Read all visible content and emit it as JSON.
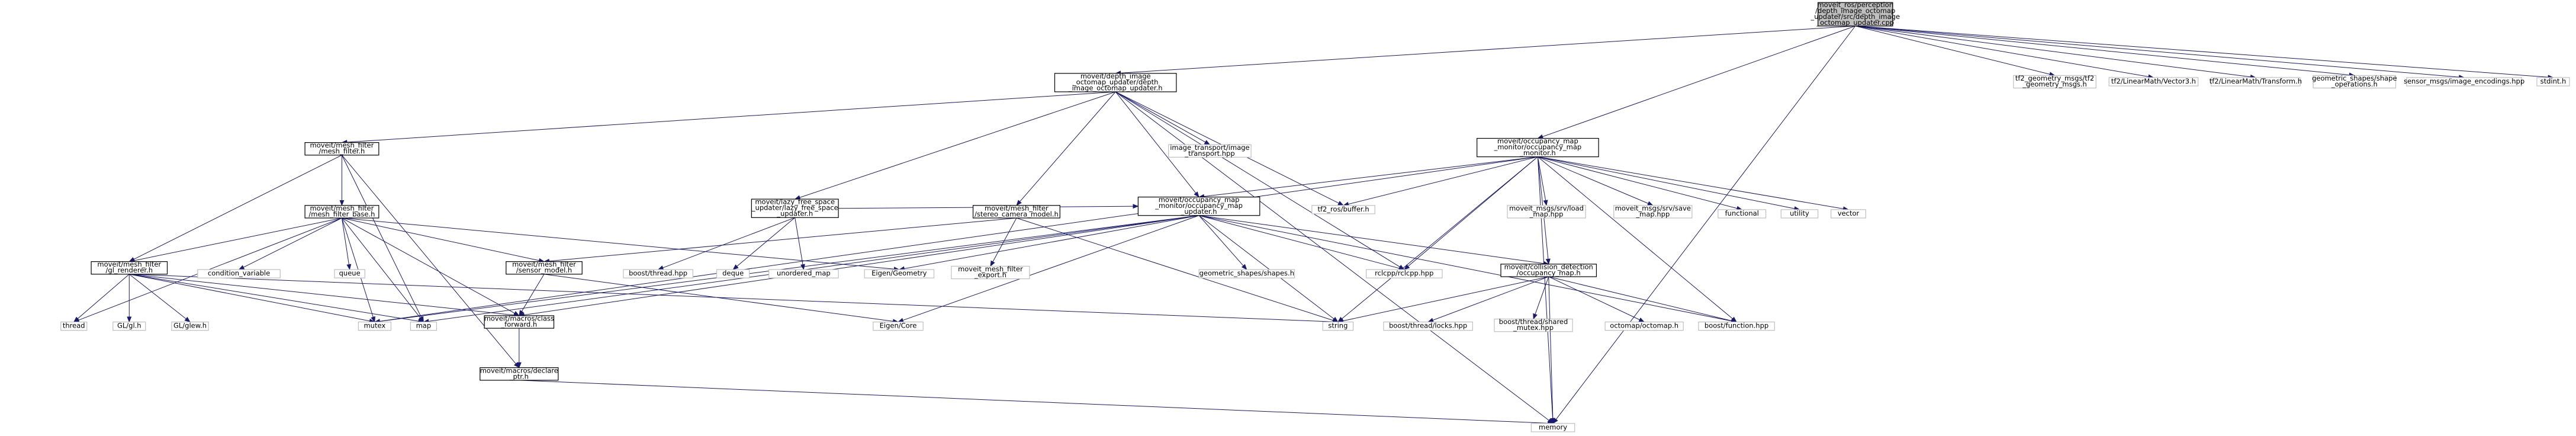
{
  "colors": {
    "edge": "#191970",
    "node_border": "#000000",
    "node_border_external": "#bfbfbf",
    "node_fill": "#ffffff",
    "root_fill": "#bfbfbf"
  },
  "nodes": [
    {
      "id": "root",
      "lines": [
        "moveit_ros/perception",
        "/depth_image_octomap",
        "_updater/src/depth_image",
        "_octomap_updater.cpp"
      ],
      "kind": "root"
    },
    {
      "id": "dimu",
      "lines": [
        "moveit/depth_image",
        "_octomap_updater/depth",
        "_image_octomap_updater.h"
      ],
      "kind": "internal"
    },
    {
      "id": "meshfilter",
      "lines": [
        "moveit/mesh_filter",
        "/mesh_filter.h"
      ],
      "kind": "internal"
    },
    {
      "id": "lfs",
      "lines": [
        "moveit/lazy_free_space",
        "_updater/lazy_free_space",
        "_updater.h"
      ],
      "kind": "internal"
    },
    {
      "id": "stereo",
      "lines": [
        "moveit/mesh_filter",
        "/stereo_camera_model.h"
      ],
      "kind": "internal"
    },
    {
      "id": "imgtransport",
      "lines": [
        "image_transport/image",
        "_transport.hpp"
      ],
      "kind": "external"
    },
    {
      "id": "tf2buf",
      "lines": [
        "tf2_ros/buffer.h"
      ],
      "kind": "external"
    },
    {
      "id": "omu",
      "lines": [
        "moveit/occupancy_map",
        "_monitor/occupancy_map",
        "_updater.h"
      ],
      "kind": "internal"
    },
    {
      "id": "omm",
      "lines": [
        "moveit/occupancy_map",
        "_monitor/occupancy_map",
        "_monitor.h"
      ],
      "kind": "internal"
    },
    {
      "id": "mfbase",
      "lines": [
        "moveit/mesh_filter",
        "/mesh_filter_base.h"
      ],
      "kind": "internal"
    },
    {
      "id": "glrenderer",
      "lines": [
        "moveit/mesh_filter",
        "/gl_renderer.h"
      ],
      "kind": "internal"
    },
    {
      "id": "sensormodel",
      "lines": [
        "moveit/mesh_filter",
        "/sensor_model.h"
      ],
      "kind": "internal"
    },
    {
      "id": "macrosclass",
      "lines": [
        "moveit/macros/class",
        "_forward.h"
      ],
      "kind": "internal"
    },
    {
      "id": "macrosdecl",
      "lines": [
        "moveit/macros/declare",
        "_ptr.h"
      ],
      "kind": "internal"
    },
    {
      "id": "collision",
      "lines": [
        "moveit/collision_detection",
        "/occupancy_map.h"
      ],
      "kind": "internal"
    },
    {
      "id": "thread",
      "lines": [
        "thread"
      ],
      "kind": "external"
    },
    {
      "id": "gl",
      "lines": [
        "GL/gl.h"
      ],
      "kind": "external"
    },
    {
      "id": "glew",
      "lines": [
        "GL/glew.h"
      ],
      "kind": "external"
    },
    {
      "id": "condvar",
      "lines": [
        "condition_variable"
      ],
      "kind": "external"
    },
    {
      "id": "queue",
      "lines": [
        "queue"
      ],
      "kind": "external"
    },
    {
      "id": "mutex",
      "lines": [
        "mutex"
      ],
      "kind": "external"
    },
    {
      "id": "map",
      "lines": [
        "map"
      ],
      "kind": "external"
    },
    {
      "id": "boostthread",
      "lines": [
        "boost/thread.hpp"
      ],
      "kind": "external"
    },
    {
      "id": "deque",
      "lines": [
        "deque"
      ],
      "kind": "external"
    },
    {
      "id": "unorderedmap",
      "lines": [
        "unordered_map"
      ],
      "kind": "external"
    },
    {
      "id": "eigengeom",
      "lines": [
        "Eigen/Geometry"
      ],
      "kind": "external"
    },
    {
      "id": "meshexport",
      "lines": [
        "moveit_mesh_filter",
        "_export.h"
      ],
      "kind": "external"
    },
    {
      "id": "eigencore",
      "lines": [
        "Eigen/Core"
      ],
      "kind": "external"
    },
    {
      "id": "geomshapes",
      "lines": [
        "geometric_shapes/shapes.h"
      ],
      "kind": "external"
    },
    {
      "id": "rclcpp",
      "lines": [
        "rclcpp/rclcpp.hpp"
      ],
      "kind": "external"
    },
    {
      "id": "string",
      "lines": [
        "string"
      ],
      "kind": "external"
    },
    {
      "id": "boostlocks",
      "lines": [
        "boost/thread/locks.hpp"
      ],
      "kind": "external"
    },
    {
      "id": "boostshared",
      "lines": [
        "boost/thread/shared",
        "_mutex.hpp"
      ],
      "kind": "external"
    },
    {
      "id": "octomap",
      "lines": [
        "octomap/octomap.h"
      ],
      "kind": "external"
    },
    {
      "id": "boostfunc",
      "lines": [
        "boost/function.hpp"
      ],
      "kind": "external"
    },
    {
      "id": "memory",
      "lines": [
        "memory"
      ],
      "kind": "external"
    },
    {
      "id": "srvload",
      "lines": [
        "moveit_msgs/srv/load",
        "_map.hpp"
      ],
      "kind": "external"
    },
    {
      "id": "srvsave",
      "lines": [
        "moveit_msgs/srv/save",
        "_map.hpp"
      ],
      "kind": "external"
    },
    {
      "id": "functional",
      "lines": [
        "functional"
      ],
      "kind": "external"
    },
    {
      "id": "utility",
      "lines": [
        "utility"
      ],
      "kind": "external"
    },
    {
      "id": "vector",
      "lines": [
        "vector"
      ],
      "kind": "external"
    },
    {
      "id": "tf2geom",
      "lines": [
        "tf2_geometry_msgs/tf2",
        "_geometry_msgs.h"
      ],
      "kind": "external"
    },
    {
      "id": "tf2vec",
      "lines": [
        "tf2/LinearMath/Vector3.h"
      ],
      "kind": "external"
    },
    {
      "id": "tf2tf",
      "lines": [
        "tf2/LinearMath/Transform.h"
      ],
      "kind": "external"
    },
    {
      "id": "geomops",
      "lines": [
        "geometric_shapes/shape",
        "_operations.h"
      ],
      "kind": "external"
    },
    {
      "id": "imgenc",
      "lines": [
        "sensor_msgs/image_encodings.hpp"
      ],
      "kind": "external"
    },
    {
      "id": "stdint",
      "lines": [
        "stdint.h"
      ],
      "kind": "external"
    }
  ],
  "edges": [
    [
      "root",
      "dimu"
    ],
    [
      "root",
      "omm"
    ],
    [
      "root",
      "tf2geom"
    ],
    [
      "root",
      "tf2vec"
    ],
    [
      "root",
      "tf2tf"
    ],
    [
      "root",
      "geomops"
    ],
    [
      "root",
      "imgenc"
    ],
    [
      "root",
      "stdint"
    ],
    [
      "root",
      "memory"
    ],
    [
      "dimu",
      "meshfilter"
    ],
    [
      "dimu",
      "lfs"
    ],
    [
      "dimu",
      "stereo"
    ],
    [
      "dimu",
      "imgtransport"
    ],
    [
      "dimu",
      "tf2buf"
    ],
    [
      "dimu",
      "omu"
    ],
    [
      "dimu",
      "rclcpp"
    ],
    [
      "dimu",
      "memory"
    ],
    [
      "meshfilter",
      "mfbase"
    ],
    [
      "meshfilter",
      "glrenderer"
    ],
    [
      "meshfilter",
      "map"
    ],
    [
      "meshfilter",
      "macrosdecl"
    ],
    [
      "mfbase",
      "glrenderer"
    ],
    [
      "mfbase",
      "sensormodel"
    ],
    [
      "mfbase",
      "macrosclass"
    ],
    [
      "mfbase",
      "thread"
    ],
    [
      "mfbase",
      "condvar"
    ],
    [
      "mfbase",
      "queue"
    ],
    [
      "mfbase",
      "mutex"
    ],
    [
      "mfbase",
      "map"
    ],
    [
      "mfbase",
      "eigengeom"
    ],
    [
      "glrenderer",
      "thread"
    ],
    [
      "glrenderer",
      "gl"
    ],
    [
      "glrenderer",
      "glew"
    ],
    [
      "glrenderer",
      "mutex"
    ],
    [
      "glrenderer",
      "map"
    ],
    [
      "glrenderer",
      "string"
    ],
    [
      "glrenderer",
      "macrosclass"
    ],
    [
      "sensormodel",
      "macrosclass"
    ],
    [
      "sensormodel",
      "eigencore"
    ],
    [
      "macrosclass",
      "macrosdecl"
    ],
    [
      "macrosdecl",
      "memory"
    ],
    [
      "lfs",
      "omu"
    ],
    [
      "lfs",
      "boostthread"
    ],
    [
      "lfs",
      "deque"
    ],
    [
      "lfs",
      "unorderedmap"
    ],
    [
      "stereo",
      "sensormodel"
    ],
    [
      "stereo",
      "meshexport"
    ],
    [
      "stereo",
      "string"
    ],
    [
      "omu",
      "geomshapes"
    ],
    [
      "omu",
      "collision"
    ],
    [
      "omu",
      "rclcpp"
    ],
    [
      "omu",
      "eigengeom"
    ],
    [
      "omu",
      "eigencore"
    ],
    [
      "omu",
      "macrosclass"
    ],
    [
      "omu",
      "map"
    ],
    [
      "omu",
      "mutex"
    ],
    [
      "omu",
      "string"
    ],
    [
      "omu",
      "boostfunc"
    ],
    [
      "omm",
      "omu"
    ],
    [
      "omm",
      "collision"
    ],
    [
      "omm",
      "tf2buf"
    ],
    [
      "omm",
      "rclcpp"
    ],
    [
      "omm",
      "srvload"
    ],
    [
      "omm",
      "srvsave"
    ],
    [
      "omm",
      "functional"
    ],
    [
      "omm",
      "utility"
    ],
    [
      "omm",
      "vector"
    ],
    [
      "omm",
      "mutex"
    ],
    [
      "omm",
      "string"
    ],
    [
      "omm",
      "boostfunc"
    ],
    [
      "omm",
      "memory"
    ],
    [
      "collision",
      "string"
    ],
    [
      "collision",
      "boostlocks"
    ],
    [
      "collision",
      "boostshared"
    ],
    [
      "collision",
      "octomap"
    ],
    [
      "collision",
      "boostfunc"
    ],
    [
      "collision",
      "memory"
    ]
  ]
}
